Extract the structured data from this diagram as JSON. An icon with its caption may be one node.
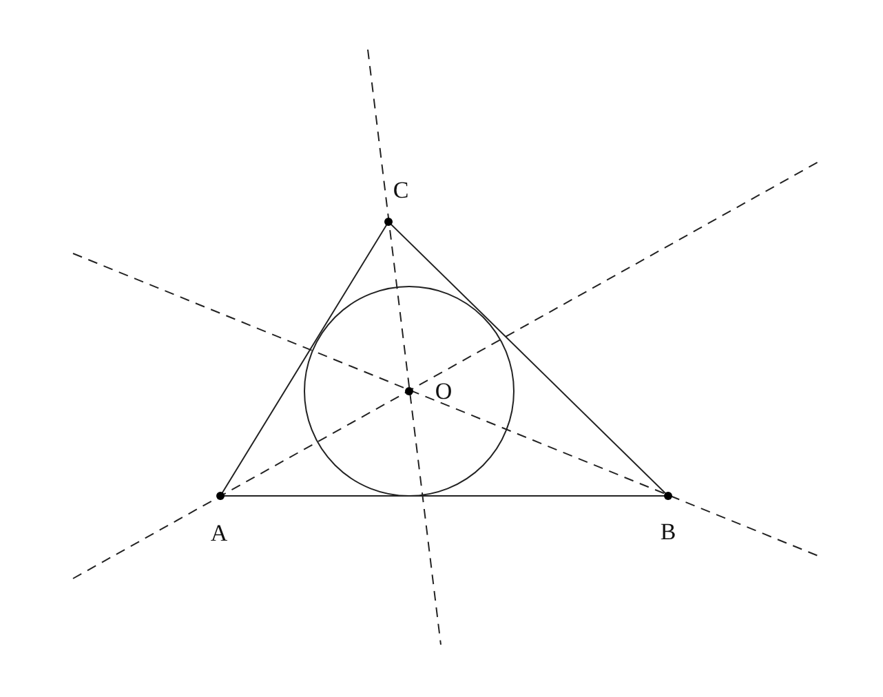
{
  "diagram": {
    "labels": [
      "C",
      "O",
      "A",
      "B"
    ]
  }
}
